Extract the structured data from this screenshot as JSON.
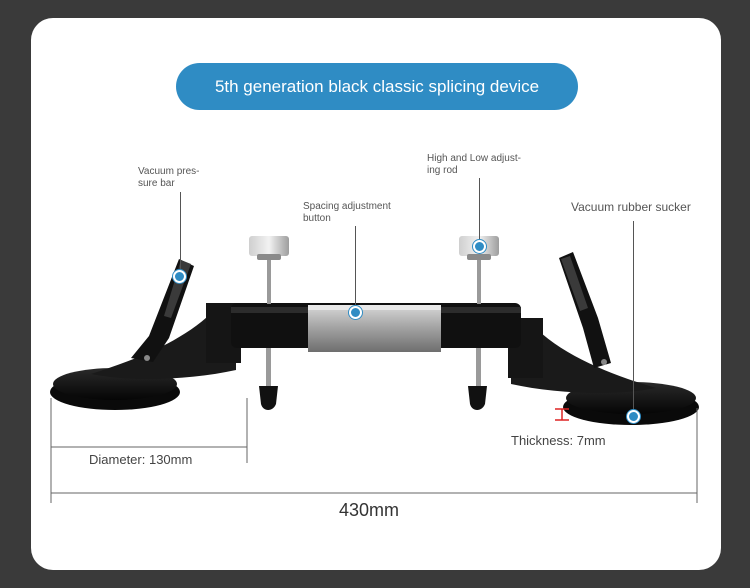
{
  "title": "5th generation black classic splicing device",
  "labels": {
    "vacuum_pressure_bar_1": "Vacuum pres-",
    "vacuum_pressure_bar_2": "sure bar",
    "spacing_adjustment_1": "Spacing adjustment",
    "spacing_adjustment_2": "button",
    "high_low_rod_1": "High and Low adjust-",
    "high_low_rod_2": "ing rod",
    "vacuum_rubber_sucker": "Vacuum rubber sucker",
    "thickness": "Thickness: 7mm",
    "diameter": "Diameter: 130mm",
    "length": "430mm"
  },
  "colors": {
    "accent": "#2f8cc4",
    "background": "#3a3a3a",
    "card": "#ffffff",
    "device_body": "#111111",
    "tube": "#9a9a9a"
  }
}
